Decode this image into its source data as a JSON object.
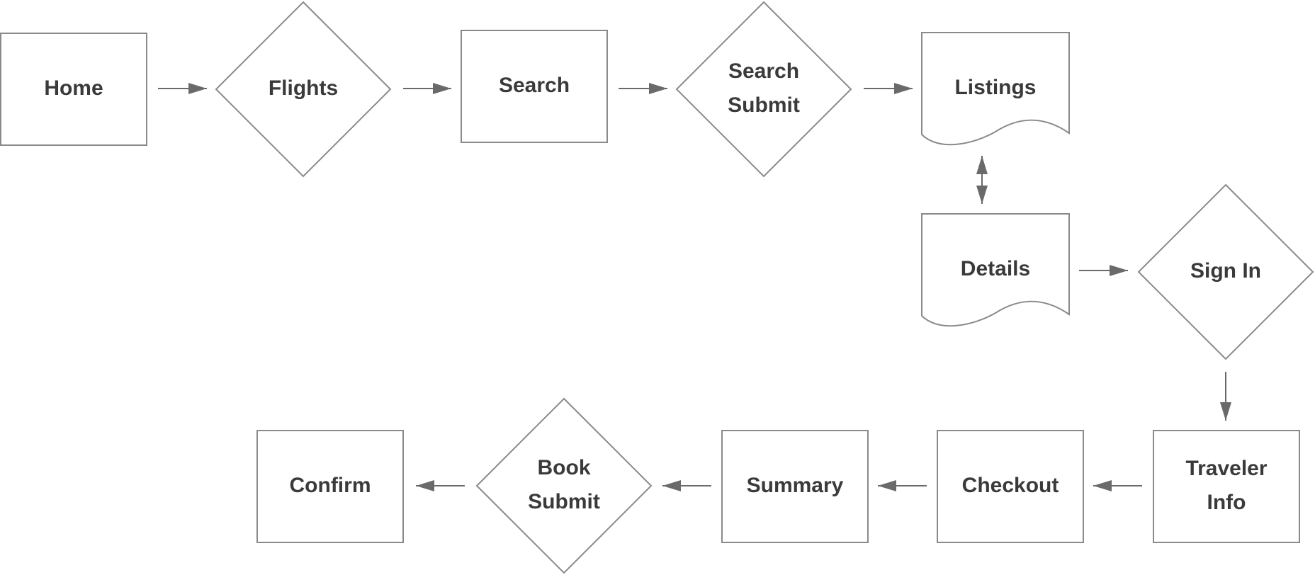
{
  "nodes": [
    {
      "id": "home",
      "shape": "rect",
      "lines": [
        "Home"
      ]
    },
    {
      "id": "flights",
      "shape": "diamond",
      "lines": [
        "Flights"
      ]
    },
    {
      "id": "search",
      "shape": "rect",
      "lines": [
        "Search"
      ]
    },
    {
      "id": "search-submit",
      "shape": "diamond",
      "lines": [
        "Search",
        "Submit"
      ]
    },
    {
      "id": "listings",
      "shape": "document",
      "lines": [
        "Listings"
      ]
    },
    {
      "id": "details",
      "shape": "document",
      "lines": [
        "Details"
      ]
    },
    {
      "id": "sign-in",
      "shape": "diamond",
      "lines": [
        "Sign In"
      ]
    },
    {
      "id": "traveler-info",
      "shape": "rect",
      "lines": [
        "Traveler",
        "Info"
      ]
    },
    {
      "id": "checkout",
      "shape": "rect",
      "lines": [
        "Checkout"
      ]
    },
    {
      "id": "summary",
      "shape": "rect",
      "lines": [
        "Summary"
      ]
    },
    {
      "id": "book-submit",
      "shape": "diamond",
      "lines": [
        "Book",
        "Submit"
      ]
    },
    {
      "id": "confirm",
      "shape": "rect",
      "lines": [
        "Confirm"
      ]
    }
  ],
  "edges": [
    {
      "from": "home",
      "to": "flights"
    },
    {
      "from": "flights",
      "to": "search"
    },
    {
      "from": "search",
      "to": "search-submit"
    },
    {
      "from": "search-submit",
      "to": "listings"
    },
    {
      "from": "listings",
      "to": "details",
      "bidirectional": true
    },
    {
      "from": "details",
      "to": "sign-in"
    },
    {
      "from": "sign-in",
      "to": "traveler-info"
    },
    {
      "from": "traveler-info",
      "to": "checkout"
    },
    {
      "from": "checkout",
      "to": "summary"
    },
    {
      "from": "summary",
      "to": "book-submit"
    },
    {
      "from": "book-submit",
      "to": "confirm"
    }
  ]
}
